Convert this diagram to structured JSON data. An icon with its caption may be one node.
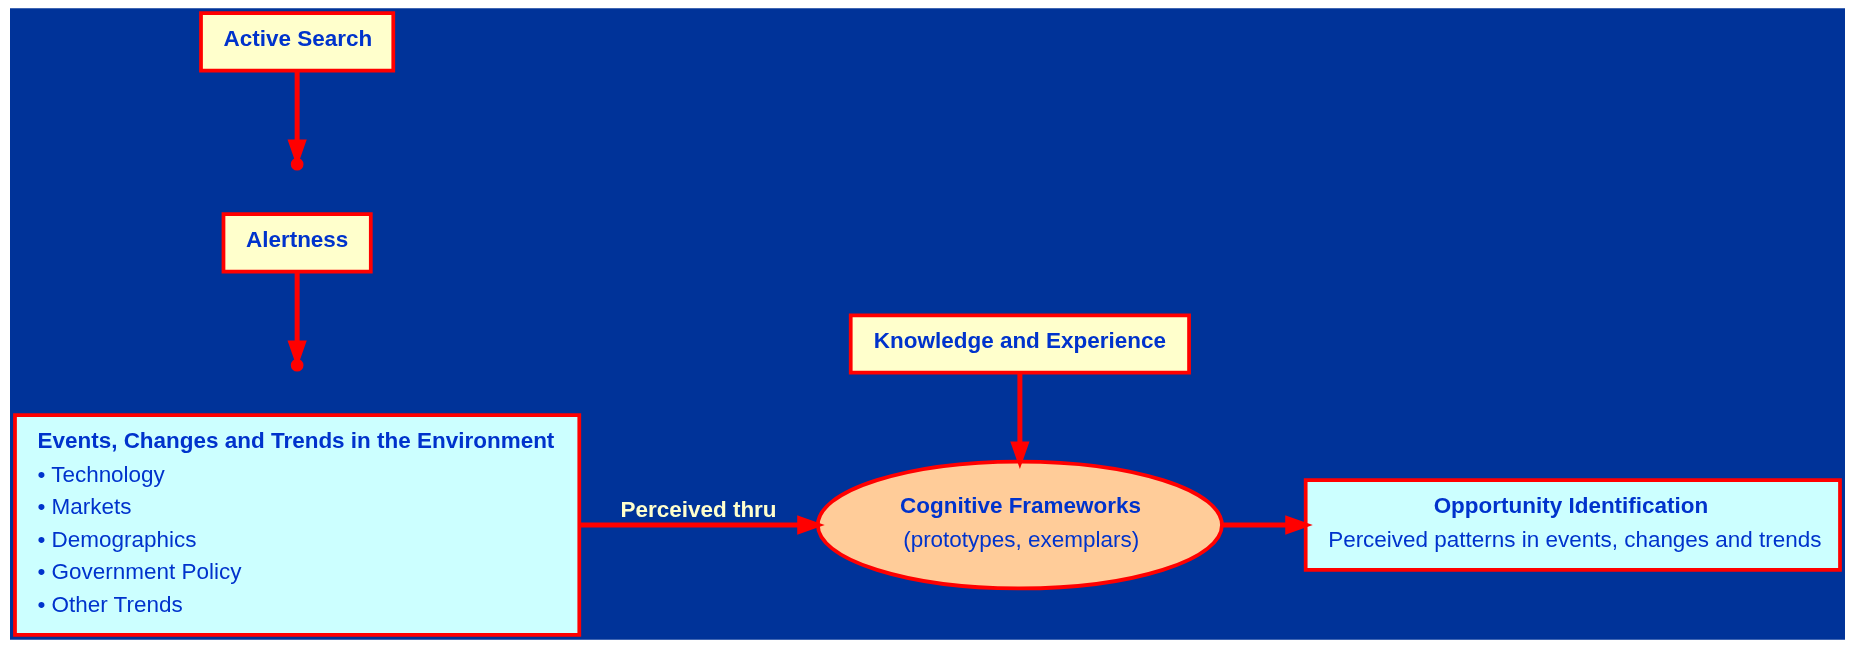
{
  "diagram": {
    "nodes": [
      {
        "text": [
          "Events, Changes and Trends in the Environment",
          "• Technology",
          "• Markets",
          "• Demographics",
          "• Government Policy",
          "• Other Trends"
        ]
      },
      {
        "text": [
          "Knowledge and Experience"
        ]
      },
      {
        "text": [
          "Cognitive Frameworks",
          "(prototypes, exemplars)"
        ]
      },
      {
        "text": [
          "Alertness"
        ]
      },
      {
        "text": [
          "Active Search"
        ]
      },
      {
        "text": [
          "Opportunity Identification",
          "Perceived patterns in events, changes and trends"
        ]
      }
    ],
    "edges": [
      {
        "from": 0,
        "to": 2,
        "arrow": "to",
        "label": "Perceived thru"
      },
      {
        "from": 1,
        "to": 2,
        "arrow": "to"
      },
      {
        "from": 2,
        "to": 5,
        "arrow": "to"
      },
      {
        "from": 3,
        "to": null,
        "arrow": "to"
      },
      {
        "from": 4,
        "to": null,
        "arrow": "to"
      }
    ]
  }
}
